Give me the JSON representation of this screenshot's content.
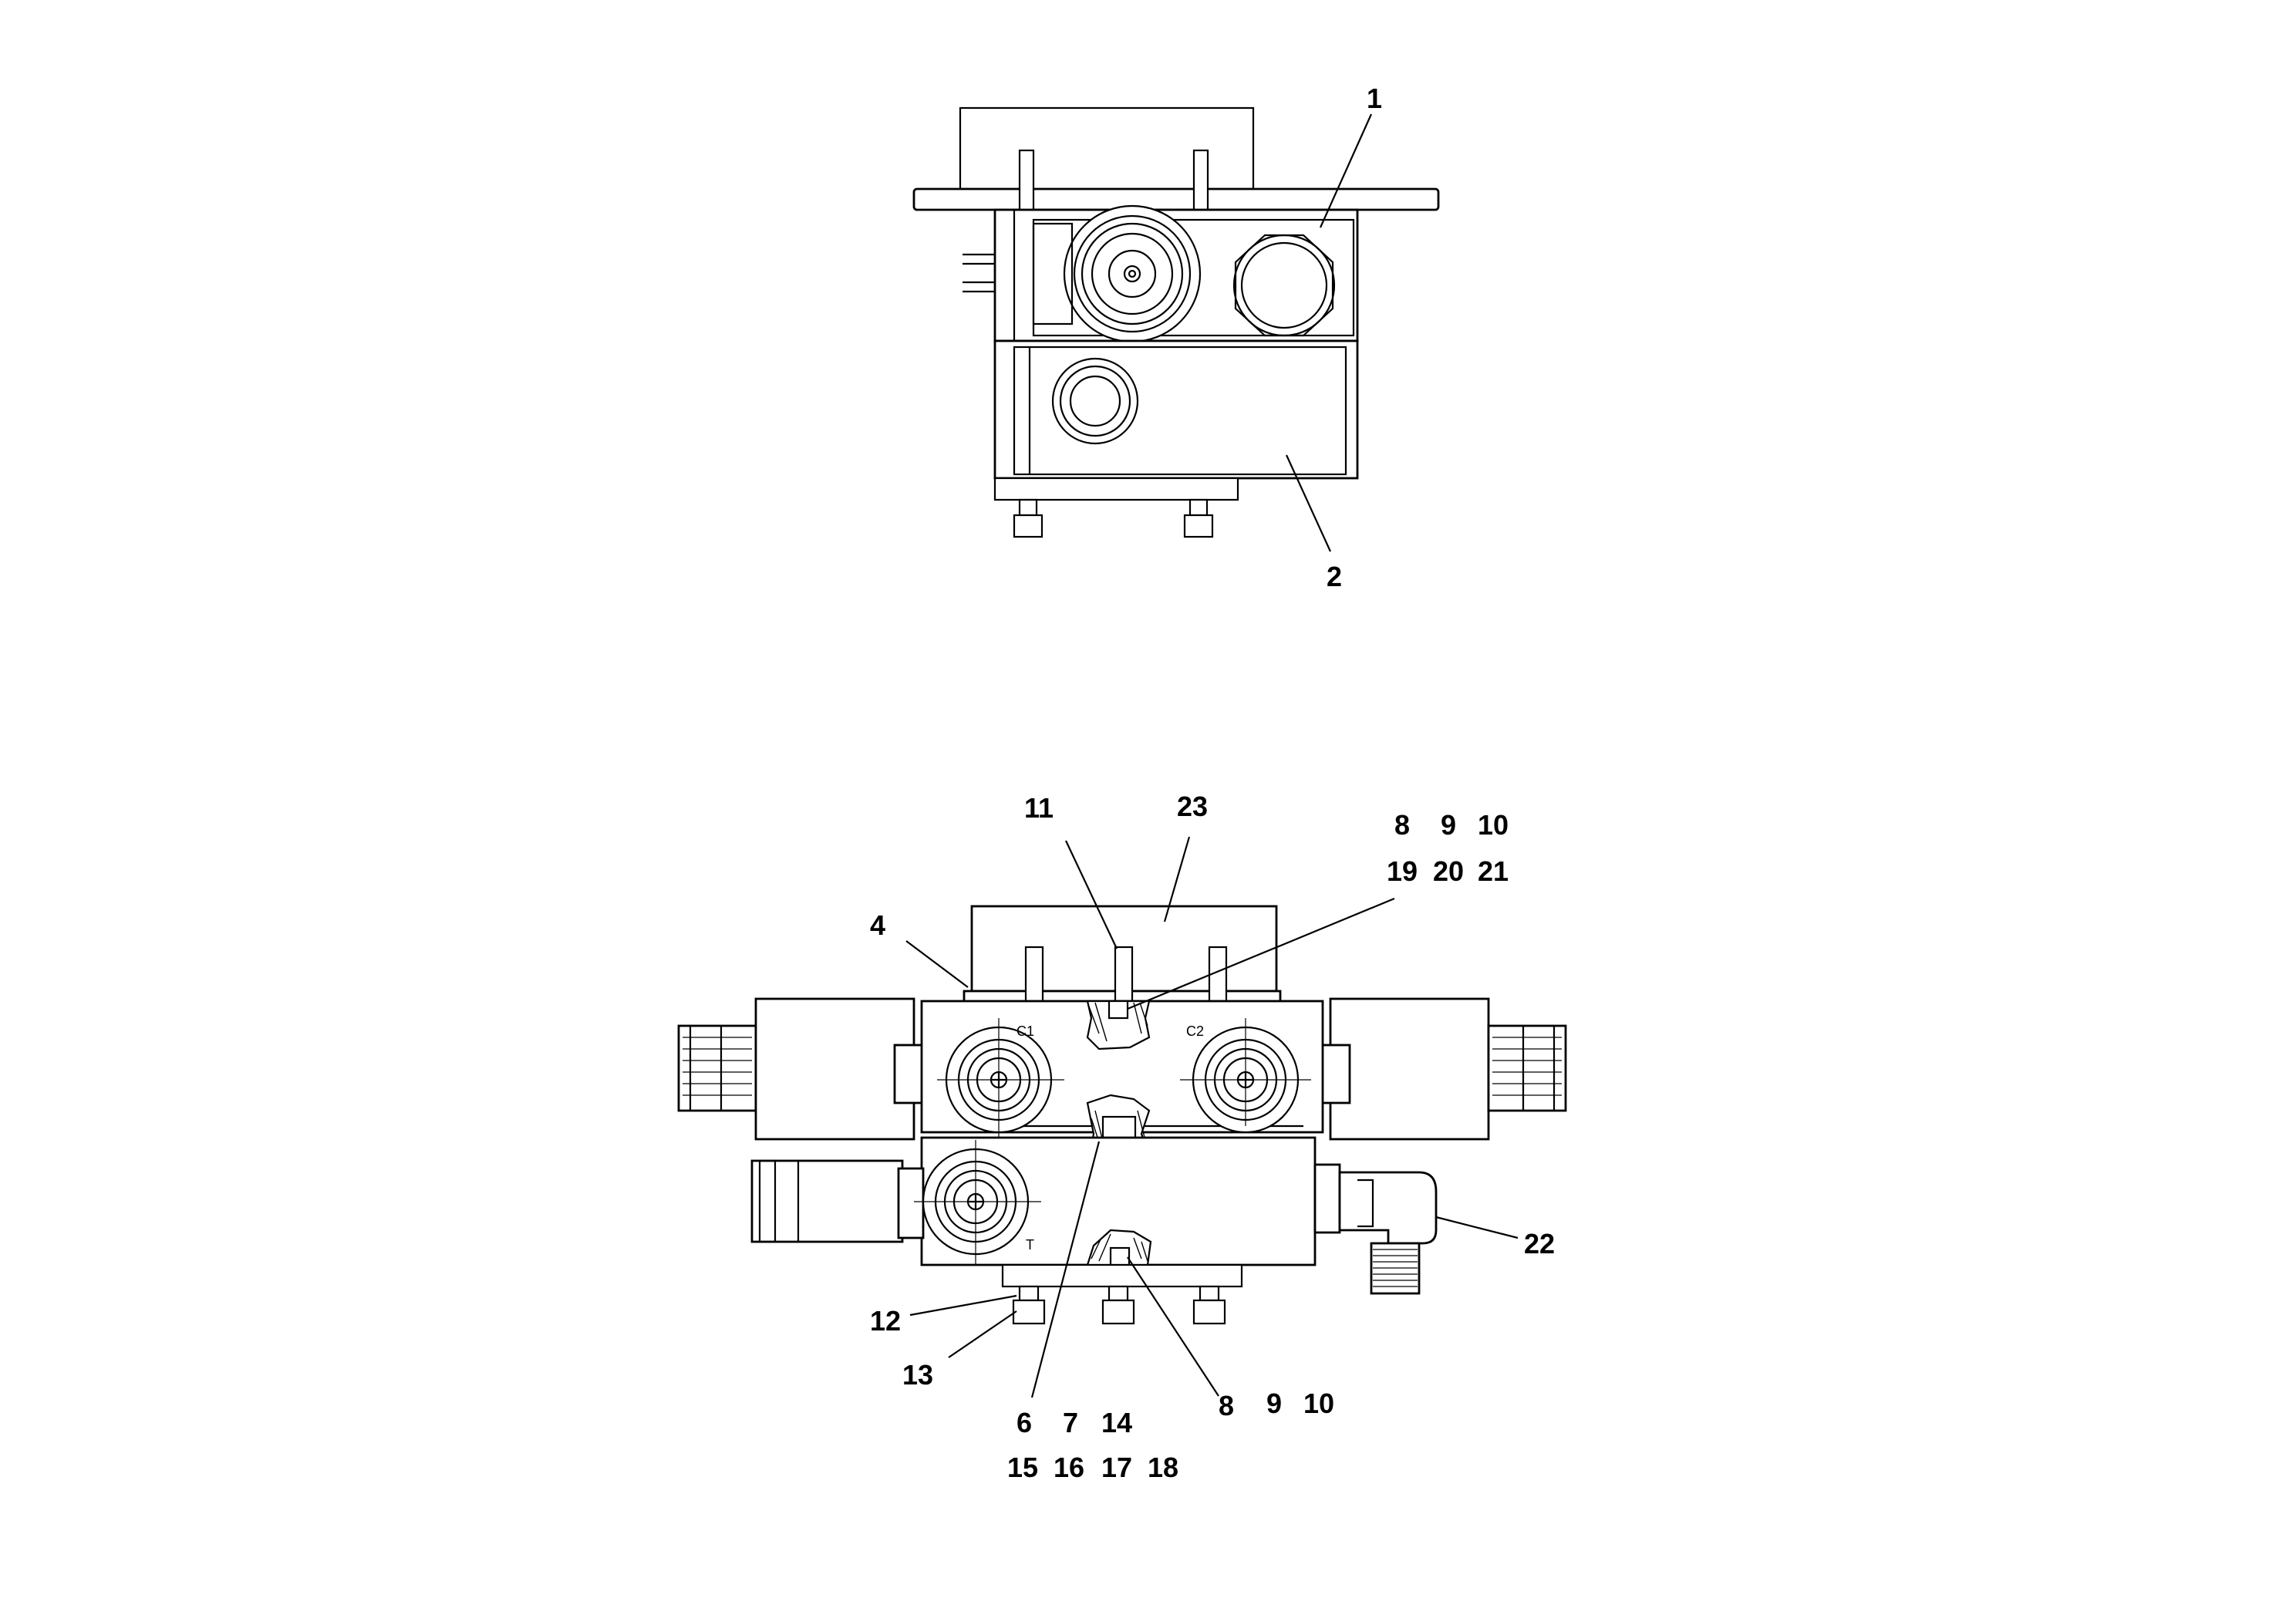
{
  "callouts": {
    "c1": "1",
    "c2": "2",
    "c4": "4",
    "c11": "11",
    "c23": "23",
    "c8_top": "8",
    "c9_top": "9",
    "c10_top": "10",
    "c19": "19",
    "c20": "20",
    "c21": "21",
    "c22": "22",
    "c12": "12",
    "c13": "13",
    "c6": "6",
    "c7": "7",
    "c14": "14",
    "c15": "15",
    "c16": "16",
    "c17": "17",
    "c18": "18",
    "c8_bottom": "8",
    "c9_bottom": "9",
    "c10_bottom": "10"
  },
  "ports": {
    "c1": "C1",
    "c2": "C2",
    "t": "T"
  }
}
